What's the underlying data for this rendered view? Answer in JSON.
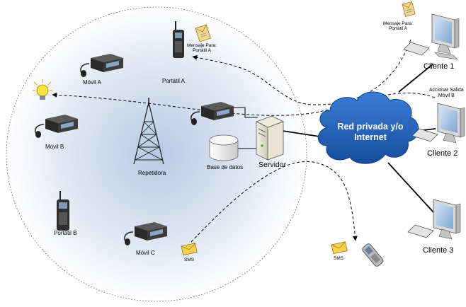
{
  "cloud": {
    "line1": "Red privada y/o",
    "line2": "Internet"
  },
  "nodes": {
    "movil_a": "Móvil A",
    "portatil_a": "Portátil A",
    "movil_b": "Móvil B",
    "repetidora": "Repetidora",
    "base_de_datos": "Base de datos",
    "servidor": "Servidor",
    "portatil_b": "Portátil B",
    "movil_c": "Móvil C",
    "cliente_1": "Cliente 1",
    "cliente_2": "Cliente 2",
    "cliente_3": "Cliente 3"
  },
  "annotations": {
    "mensaje_para_1": "Mensaje Para:",
    "mensaje_para_2": "Portátil A",
    "mensaje_top_1": "Mensaje Para:",
    "mensaje_top_2": "Portátil A",
    "accionar_1": "Accionar Salida",
    "accionar_2": "Móvil B",
    "sms_left": "SMS",
    "sms_right": "SMS"
  },
  "colors": {
    "cloud": "#1f5fb8",
    "radio_body": "#3a3a3a",
    "monitor_frame": "#d8d8d8",
    "envelope": "#f3d34a",
    "bulb": "#ffe23a"
  }
}
